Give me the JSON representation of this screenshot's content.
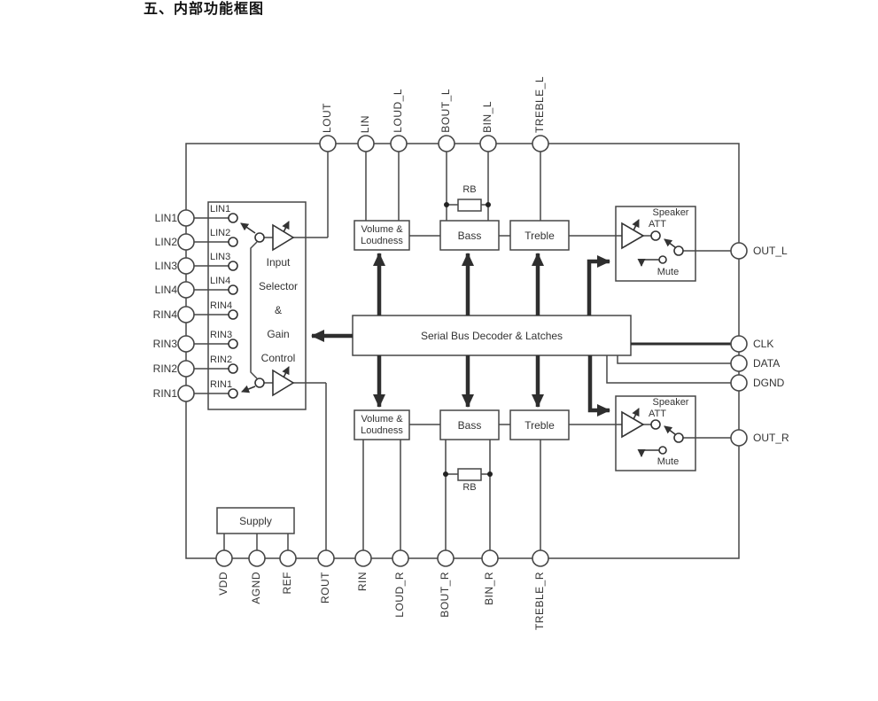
{
  "title": "五、内部功能框图",
  "diagram": {
    "pins": {
      "top": [
        "LOUT",
        "LIN",
        "LOUD_L",
        "BOUT_L",
        "BIN_L",
        "TREBLE_L"
      ],
      "bottom": [
        "VDD",
        "AGND",
        "REF",
        "ROUT",
        "RIN",
        "LOUD_R",
        "BOUT_R",
        "BIN_R",
        "TREBLE_R"
      ],
      "left": [
        "LIN1",
        "LIN2",
        "LIN3",
        "LIN4",
        "RIN4",
        "RIN3",
        "RIN2",
        "RIN1"
      ],
      "right": [
        "OUT_L",
        "CLK",
        "DATA",
        "DGND",
        "OUT_R"
      ]
    },
    "internal_terminals": [
      "LIN1",
      "LIN2",
      "LIN3",
      "LIN4",
      "RIN4",
      "RIN3",
      "RIN2",
      "RIN1"
    ],
    "blocks": {
      "selector_lines": [
        "Input",
        "Selector",
        "&",
        "Gain",
        "Control"
      ],
      "volume_line1": "Volume &",
      "volume_line2": "Loudness",
      "bass": "Bass",
      "treble": "Treble",
      "decoder": "Serial Bus Decoder & Latches",
      "speaker_line1": "Speaker",
      "speaker_line2": "ATT",
      "mute": "Mute",
      "rb": "RB",
      "supply": "Supply"
    },
    "colors": {
      "line": "#474747",
      "thick": "#2e2e2e",
      "text": "#333333",
      "background": "#ffffff"
    }
  }
}
